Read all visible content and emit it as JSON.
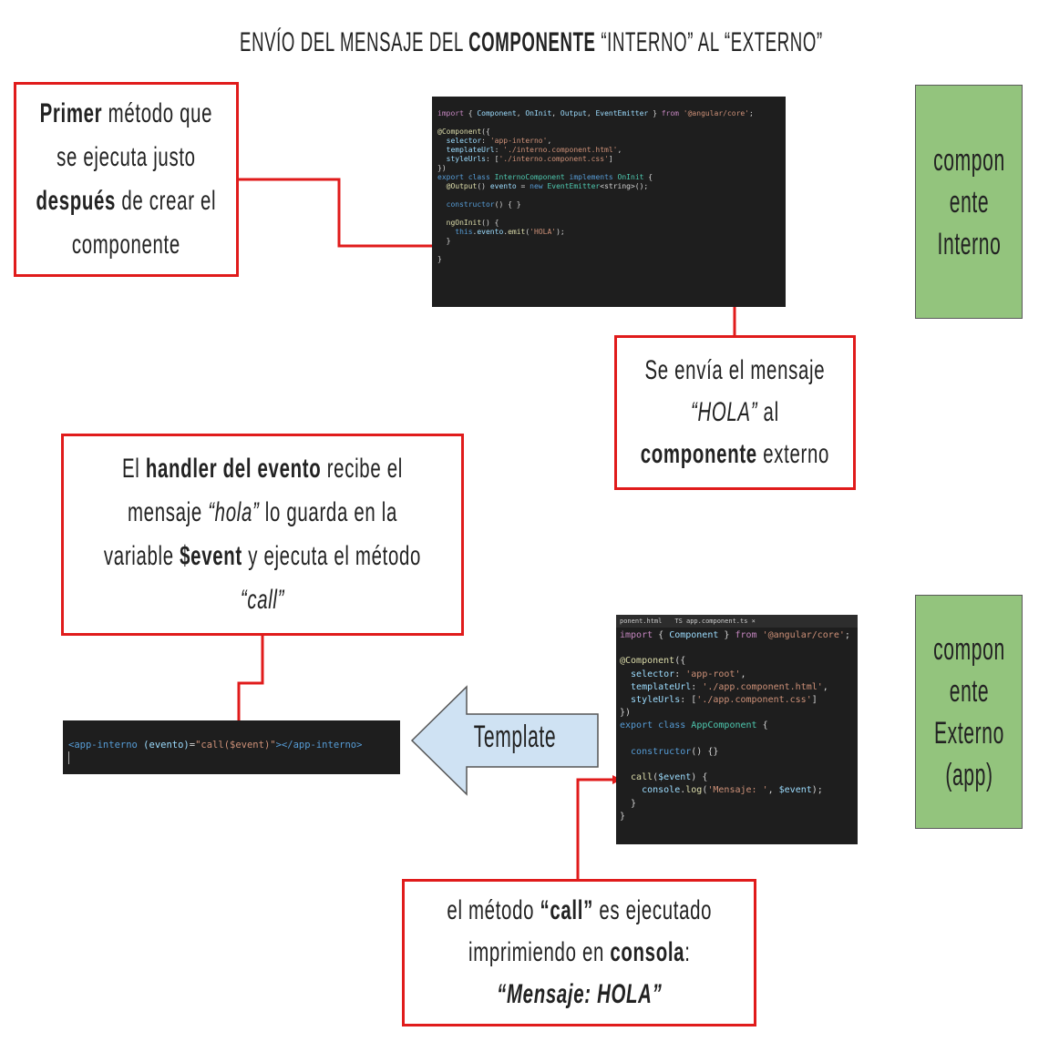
{
  "title": {
    "part1": "ENVÍO DEL MENSAJE DEL ",
    "bold": "COMPONENTE",
    "part2": " “INTERNO” AL “EXTERNO”"
  },
  "notes": {
    "primer": {
      "bold1": "Primer",
      "text1": " método que",
      "line2": "se ejecuta justo",
      "bold3": "después",
      "text3": " de crear el",
      "line4": "componente"
    },
    "envia": {
      "line1": "Se envía el mensaje",
      "italic2": "“HOLA”",
      "text2": " al",
      "bold3": "componente",
      "text3": " externo"
    },
    "handler": {
      "text1a": "El ",
      "bold1": "handler del evento",
      "text1b": " recibe el",
      "text2a": "mensaje ",
      "italic2": "“hola”",
      "text2b": " lo guarda en la",
      "text3a": "variable ",
      "bold3": "$event",
      "text3b": " y ejecuta el método",
      "italic4": "“call”"
    },
    "call": {
      "text1a": "el método ",
      "bold1": "“call”",
      "text1b": " es ejecutado",
      "text2a": "imprimiendo en ",
      "bold2": "consola",
      "text2b": ":",
      "bolditalic3": "“Mensaje: HOLA”"
    }
  },
  "green_boxes": {
    "interno": [
      "compon",
      "ente",
      "Interno"
    ],
    "externo": [
      "compon",
      "ente",
      "Externo",
      "(app)"
    ]
  },
  "template_label": "Template",
  "code_interno": {
    "l1": {
      "a": "import",
      "b": " { ",
      "c": "Component",
      "d": ", ",
      "e": "OnInit",
      "f": ", ",
      "g": "Output",
      "h": ", ",
      "i": "EventEmitter",
      "j": " } ",
      "k": "from",
      "l": " ",
      "m": "'@angular/core'",
      "n": ";"
    },
    "l2": {
      "a": "@Component",
      "b": "({"
    },
    "l3": {
      "a": "  selector",
      "b": ": ",
      "c": "'app-interno'",
      "d": ","
    },
    "l4": {
      "a": "  templateUrl",
      "b": ": ",
      "c": "'./interno.component.html'",
      "d": ","
    },
    "l5": {
      "a": "  styleUrls",
      "b": ": [",
      "c": "'./interno.component.css'",
      "d": "]"
    },
    "l6": "})",
    "l7": {
      "a": "export",
      "b": " ",
      "c": "class",
      "d": " ",
      "e": "InternoComponent",
      "f": " ",
      "g": "implements",
      "h": " ",
      "i": "OnInit",
      "j": " {"
    },
    "l8": {
      "a": "  @Output",
      "b": "() ",
      "c": "evento",
      "d": " = ",
      "e": "new",
      "f": " ",
      "g": "EventEmitter",
      "h": "<string>();"
    },
    "l9": {
      "a": "  constructor",
      "b": "() { }"
    },
    "l10": {
      "a": "  ngOnInit",
      "b": "() {"
    },
    "l11": {
      "a": "    this",
      "b": ".",
      "c": "evento",
      "d": ".",
      "e": "emit",
      "f": "(",
      "g": "'HOLA'",
      "h": ");"
    },
    "l12": "  }",
    "l13": "}"
  },
  "code_template": {
    "a": "<app-interno",
    "b": " (evento)",
    "c": "=",
    "d": "\"call($event)\"",
    "e": "></app-interno>"
  },
  "code_app": {
    "tabs": [
      "ponent.html",
      "TS app.component.ts ×"
    ],
    "l1": {
      "a": "import",
      "b": " { ",
      "c": "Component",
      "d": " } ",
      "e": "from",
      "f": " ",
      "g": "'@angular/core'",
      "h": ";"
    },
    "l2": {
      "a": "@Component",
      "b": "({"
    },
    "l3": {
      "a": "  selector",
      "b": ": ",
      "c": "'app-root'",
      "d": ","
    },
    "l4": {
      "a": "  templateUrl",
      "b": ": ",
      "c": "'./app.component.html'",
      "d": ","
    },
    "l5": {
      "a": "  styleUrls",
      "b": ": [",
      "c": "'./app.component.css'",
      "d": "]"
    },
    "l6": "})",
    "l7": {
      "a": "export",
      "b": " ",
      "c": "class",
      "d": " ",
      "e": "AppComponent",
      "f": " {"
    },
    "l8": {
      "a": "  constructor",
      "b": "() {}"
    },
    "l9": {
      "a": "  call",
      "b": "(",
      "c": "$event",
      "d": ") {"
    },
    "l10": {
      "a": "    console",
      "b": ".",
      "c": "log",
      "d": "(",
      "e": "'Mensaje: '",
      "f": ", ",
      "g": "$event",
      "h": ");"
    },
    "l11": "  }",
    "l12": "}"
  },
  "colors": {
    "note_border": "#e01b1b",
    "green_box": "#93c47d",
    "template_arrow": "#cfe2f3",
    "code_bg": "#1e1e1e"
  }
}
